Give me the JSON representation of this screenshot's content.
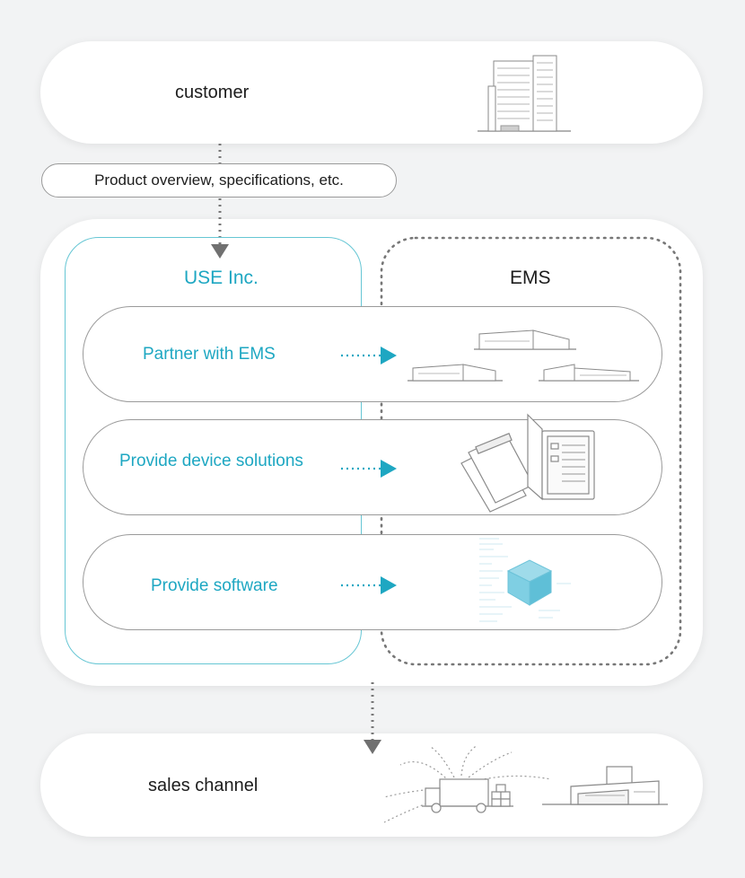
{
  "customer": {
    "label": "customer"
  },
  "flow": {
    "overview_label": "Product overview, specifications, etc."
  },
  "use": {
    "label": "USE Inc."
  },
  "ems": {
    "label": "EMS"
  },
  "rows": [
    {
      "label": "Partner with EMS",
      "icon": "factory-buildings-icon"
    },
    {
      "label": "Provide device solutions",
      "icon": "documents-icon"
    },
    {
      "label": "Provide software",
      "icon": "software-cube-icon"
    }
  ],
  "sales": {
    "label": "sales channel"
  },
  "colors": {
    "accent": "#1ea7c2",
    "use_border": "#66c6d4",
    "line": "#9a9a9a",
    "arrow_gray": "#777777"
  }
}
